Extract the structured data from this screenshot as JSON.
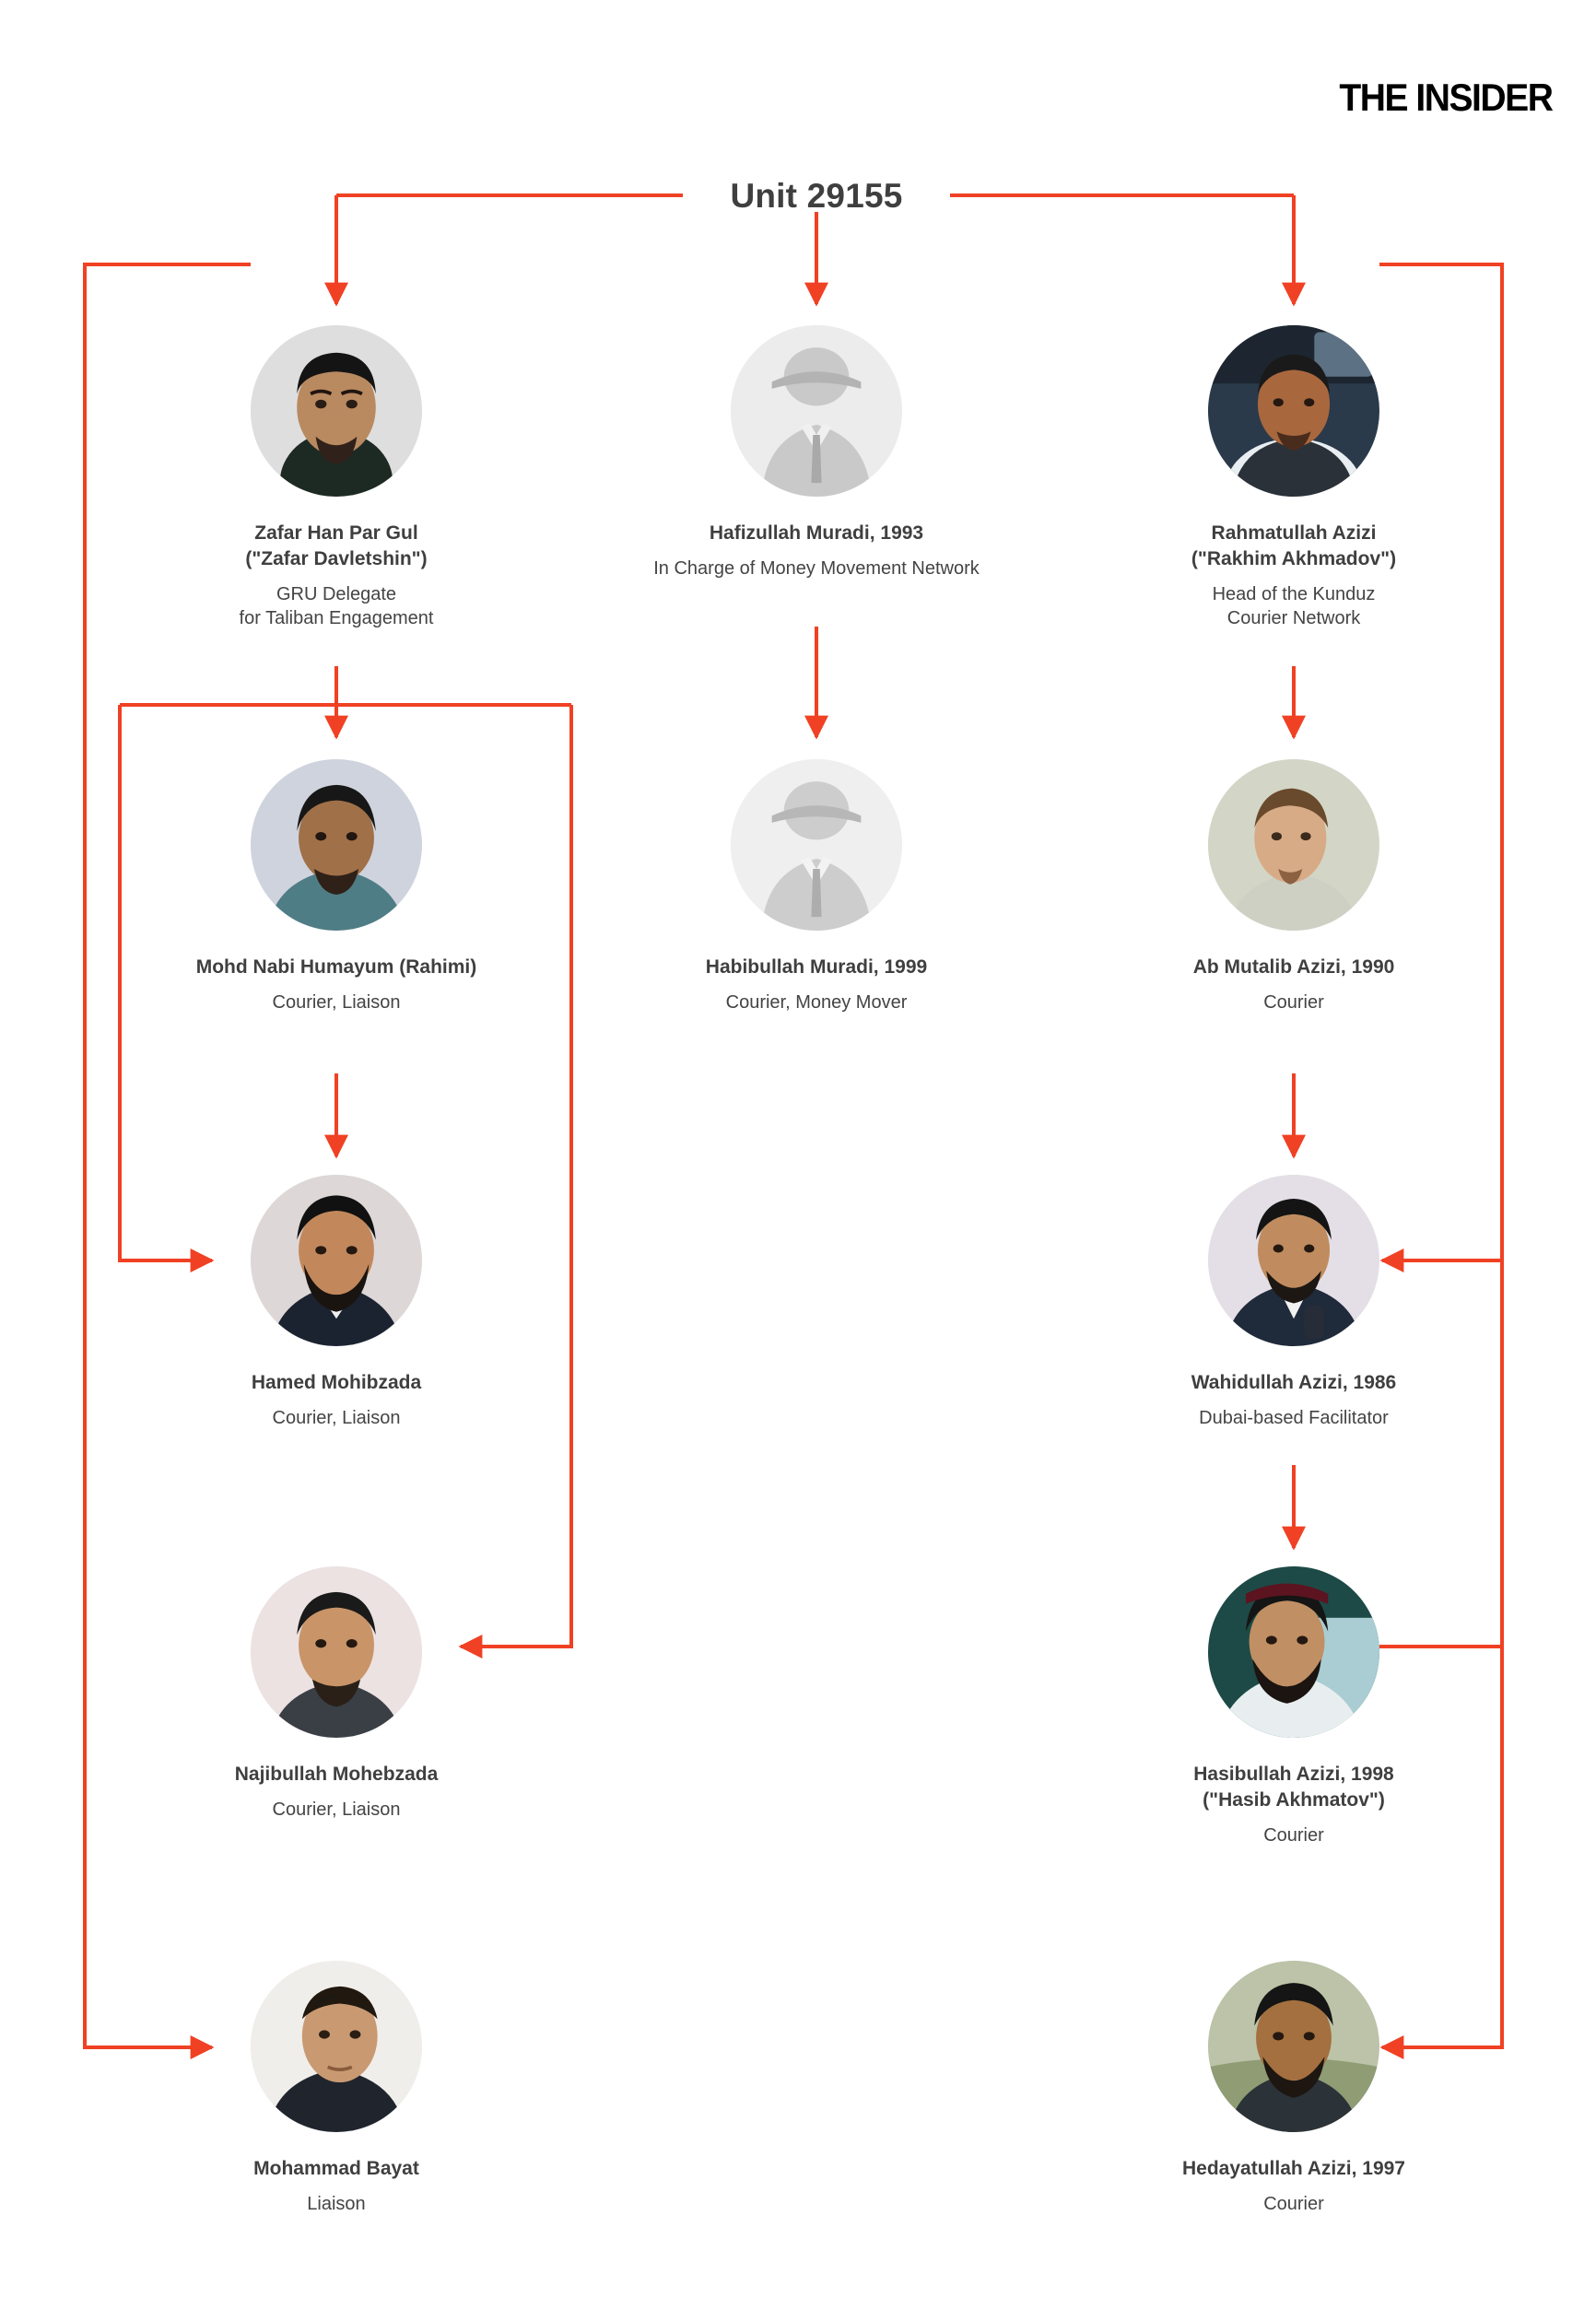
{
  "brand": {
    "label": "THE INSIDER"
  },
  "title": {
    "label": "Unit 29155"
  },
  "colors": {
    "accent": "#F04124",
    "text": "#3F3F3F",
    "subtext": "#444444",
    "background": "#FFFFFF"
  },
  "nodes": [
    {
      "id": "zafar-han-par-gul",
      "name": "Zafar Han Par Gul\n(\"Zafar Davletshin\")",
      "role": "GRU Delegate\nfor Taliban Engagement",
      "photo": "photo-zafar-han-par-gul",
      "silhouette": false
    },
    {
      "id": "hafizullah-muradi",
      "name": "Hafizullah Muradi, 1993",
      "role": "In Charge of Money Movement Network",
      "photo": "placeholder-silhouette",
      "silhouette": true
    },
    {
      "id": "rahmatullah-azizi",
      "name": "Rahmatullah Azizi\n(\"Rakhim Akhmadov\")",
      "role": "Head of the Kunduz\nCourier Network",
      "photo": "photo-rahmatullah-azizi",
      "silhouette": false
    },
    {
      "id": "mohd-nabi-humayum",
      "name": "Mohd Nabi Humayum (Rahimi)",
      "role": "Courier, Liaison",
      "photo": "photo-mohd-nabi-humayum",
      "silhouette": false
    },
    {
      "id": "habibullah-muradi",
      "name": "Habibullah Muradi, 1999",
      "role": "Courier, Money Mover",
      "photo": "placeholder-silhouette",
      "silhouette": true
    },
    {
      "id": "ab-mutalib-azizi",
      "name": "Ab Mutalib Azizi, 1990",
      "role": "Courier",
      "photo": "photo-ab-mutalib-azizi",
      "silhouette": false
    },
    {
      "id": "hamed-mohibzada",
      "name": "Hamed Mohibzada",
      "role": "Courier, Liaison",
      "photo": "photo-hamed-mohibzada",
      "silhouette": false
    },
    {
      "id": "wahidullah-azizi",
      "name": "Wahidullah Azizi, 1986",
      "role": "Dubai-based Facilitator",
      "photo": "photo-wahidullah-azizi",
      "silhouette": false
    },
    {
      "id": "najibullah-mohebzada",
      "name": "Najibullah Mohebzada",
      "role": "Courier, Liaison",
      "photo": "photo-najibullah-mohebzada",
      "silhouette": false
    },
    {
      "id": "hasibullah-azizi",
      "name": "Hasibullah Azizi, 1998\n(\"Hasib Akhmatov\")",
      "role": "Courier",
      "photo": "photo-hasibullah-azizi",
      "silhouette": false
    },
    {
      "id": "mohammad-bayat",
      "name": "Mohammad Bayat",
      "role": "Liaison",
      "photo": "photo-mohammad-bayat",
      "silhouette": false
    },
    {
      "id": "hedayatullah-azizi",
      "name": "Hedayatullah Azizi, 1997",
      "role": "Courier",
      "photo": "photo-hedayatullah-azizi",
      "silhouette": false
    }
  ]
}
